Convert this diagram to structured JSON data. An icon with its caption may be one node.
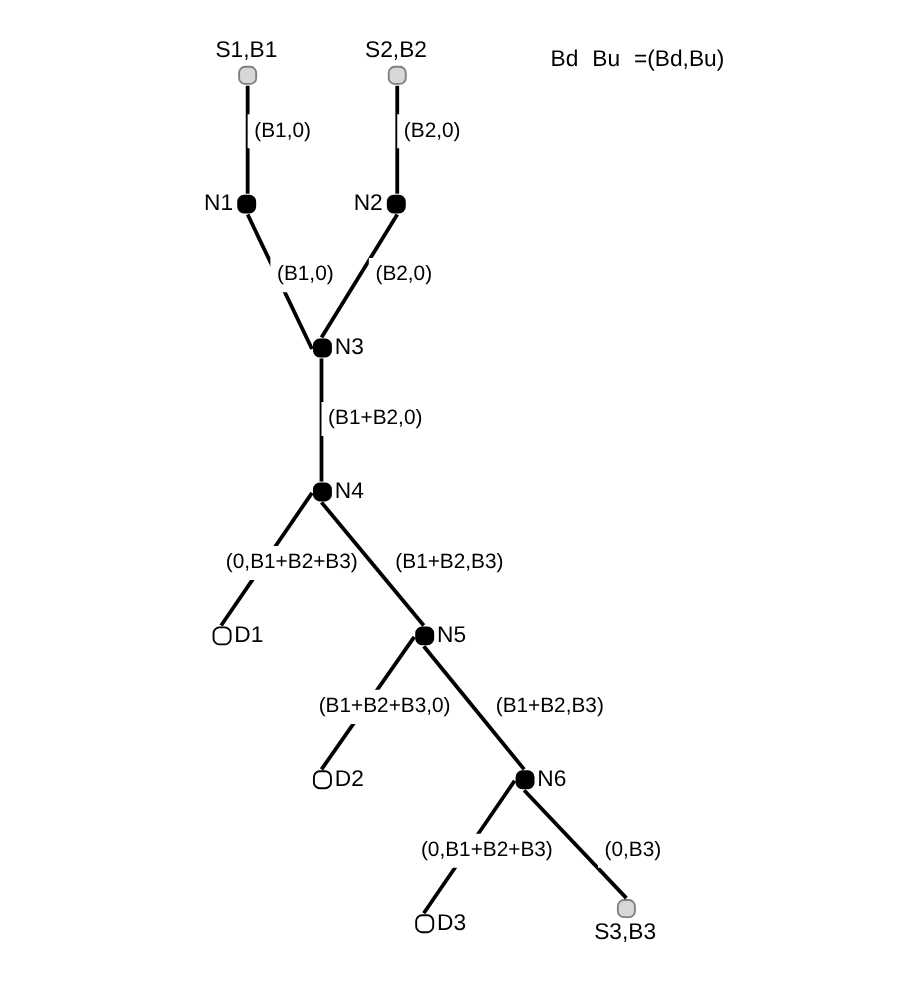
{
  "diagram": {
    "nodes": [
      {
        "text": [
          "S1,B1"
        ]
      },
      {
        "text": [
          "S2,B2"
        ]
      },
      {
        "text": [
          "N1"
        ]
      },
      {
        "text": [
          "N2"
        ]
      },
      {
        "text": [
          "N3"
        ]
      },
      {
        "text": [
          "D1"
        ]
      },
      {
        "text": [
          "N4"
        ]
      },
      {
        "text": [
          "N5"
        ]
      },
      {
        "text": [
          "D2"
        ]
      },
      {
        "text": [
          "N6"
        ]
      },
      {
        "text": [
          "D3"
        ]
      },
      {
        "text": [
          "S3,B3"
        ]
      }
    ],
    "edges": [
      {
        "from": 0,
        "to": 2,
        "arrow": "none",
        "label": "(B1,0)"
      },
      {
        "from": 2,
        "to": 4,
        "arrow": "none",
        "label": "(B1,0)"
      },
      {
        "from": 1,
        "to": 3,
        "arrow": "none",
        "label": "(B2,0)"
      },
      {
        "from": 3,
        "to": 4,
        "arrow": "none",
        "label": "(B2,0)"
      },
      {
        "from": 4,
        "to": 6,
        "arrow": "none",
        "label": "(B1+B2,0)"
      },
      {
        "from": 6,
        "to": 5,
        "arrow": "none",
        "label": "(0,B1+B2+B3)"
      },
      {
        "from": 6,
        "to": 7,
        "arrow": "none",
        "label": "(B1+B2,B3)"
      },
      {
        "from": 7,
        "to": 8,
        "arrow": "none",
        "label": "(B1+B2+B3,0)"
      },
      {
        "from": 7,
        "to": 9,
        "arrow": "none",
        "label": "(B1+B2,B3)"
      },
      {
        "from": 9,
        "to": 10,
        "arrow": "none",
        "label": "(0,B1+B2+B3)"
      },
      {
        "from": 9,
        "to": 11,
        "arrow": "none",
        "label": "(0,B3)"
      }
    ],
    "labels": [
      "Bd",
      "Bu",
      "=(Bd,Bu)"
    ]
  }
}
